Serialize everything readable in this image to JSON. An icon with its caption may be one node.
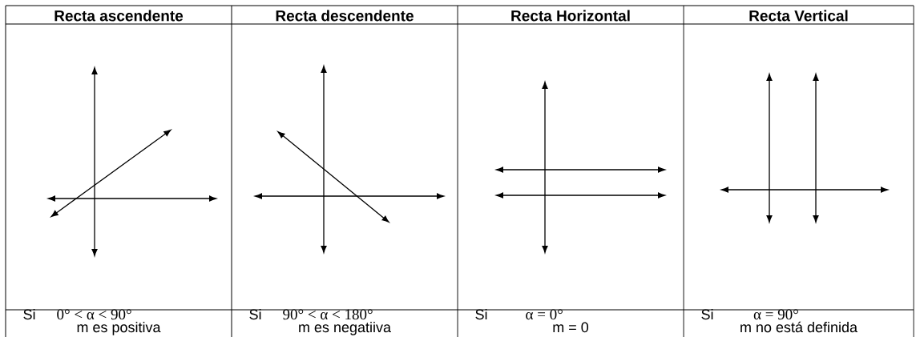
{
  "diagram": {
    "labels": [
      "Recta ascendente",
      "Recta descendente",
      "Recta Horizontal",
      "Recta Vertical",
      "Si",
      "0° < α < 90°",
      "m es positiva",
      "Si",
      "90° < α < 180°",
      "m es negatiiva",
      "Si",
      "α = 0°",
      "m = 0",
      "Si",
      "α = 90°",
      "m no está definida"
    ]
  }
}
